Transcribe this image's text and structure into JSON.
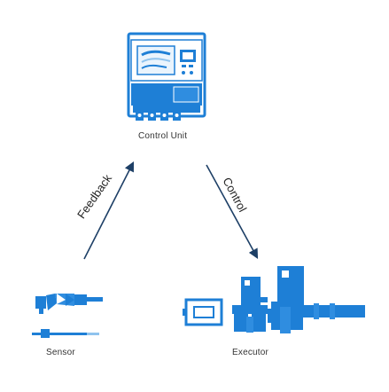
{
  "diagram": {
    "nodes": {
      "control_unit": {
        "label": "Control Unit",
        "icon": "control-unit-icon"
      },
      "sensor": {
        "label": "Sensor",
        "icon": "sensor-icon"
      },
      "executor": {
        "label": "Executor",
        "icon": "valve-actuator-icon"
      }
    },
    "edges": {
      "feedback": {
        "label": "Feedback",
        "from": "sensor",
        "to": "control_unit"
      },
      "control": {
        "label": "Control",
        "from": "control_unit",
        "to": "executor"
      }
    },
    "colors": {
      "primary": "#1e7fd6",
      "light": "#8fc3ee",
      "arrow": "#1d3f66",
      "text": "#333333"
    }
  }
}
